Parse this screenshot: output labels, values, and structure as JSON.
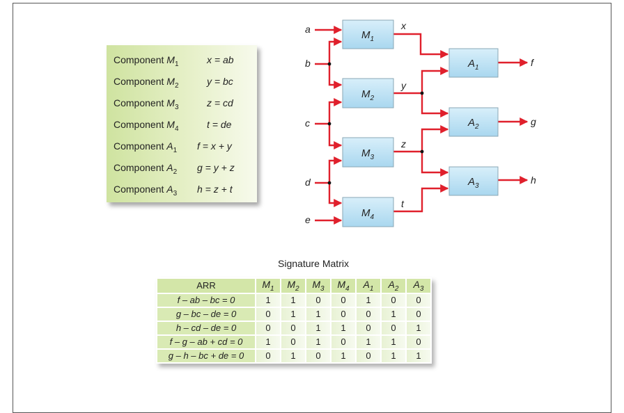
{
  "definitions": [
    {
      "label": "Component",
      "comp": "M",
      "sub": "1",
      "eq": "x = ab"
    },
    {
      "label": "Component",
      "comp": "M",
      "sub": "2",
      "eq": "y = bc"
    },
    {
      "label": "Component",
      "comp": "M",
      "sub": "3",
      "eq": "z = cd"
    },
    {
      "label": "Component",
      "comp": "M",
      "sub": "4",
      "eq": "t = de"
    },
    {
      "label": "Component",
      "comp": "A",
      "sub": "1",
      "eq": "f = x + y"
    },
    {
      "label": "Component",
      "comp": "A",
      "sub": "2",
      "eq": "g = y + z"
    },
    {
      "label": "Component",
      "comp": "A",
      "sub": "3",
      "eq": "h = z + t"
    }
  ],
  "circuit": {
    "inputs": [
      "a",
      "b",
      "c",
      "d",
      "e"
    ],
    "multipliers": [
      {
        "name": "M",
        "sub": "1",
        "out": "x"
      },
      {
        "name": "M",
        "sub": "2",
        "out": "y"
      },
      {
        "name": "M",
        "sub": "3",
        "out": "z"
      },
      {
        "name": "M",
        "sub": "4",
        "out": "t"
      }
    ],
    "adders": [
      {
        "name": "A",
        "sub": "1",
        "out": "f"
      },
      {
        "name": "A",
        "sub": "2",
        "out": "g"
      },
      {
        "name": "A",
        "sub": "3",
        "out": "h"
      }
    ],
    "colors": {
      "wire": "#e0202c",
      "box_top": "#d8effa",
      "box_bottom": "#a9d7ef",
      "box_border": "#8aa7b5"
    }
  },
  "matrix": {
    "title": "Signature Matrix",
    "header_label": "ARR",
    "columns": [
      {
        "name": "M",
        "sub": "1"
      },
      {
        "name": "M",
        "sub": "2"
      },
      {
        "name": "M",
        "sub": "3"
      },
      {
        "name": "M",
        "sub": "4"
      },
      {
        "name": "A",
        "sub": "1"
      },
      {
        "name": "A",
        "sub": "2"
      },
      {
        "name": "A",
        "sub": "3"
      }
    ],
    "rows": [
      {
        "label": "f – ab – bc = 0",
        "values": [
          "1",
          "1",
          "0",
          "0",
          "1",
          "0",
          "0"
        ]
      },
      {
        "label": "g – bc – de = 0",
        "values": [
          "0",
          "1",
          "1",
          "0",
          "0",
          "1",
          "0"
        ]
      },
      {
        "label": "h – cd – de = 0",
        "values": [
          "0",
          "0",
          "1",
          "1",
          "0",
          "0",
          "1"
        ]
      },
      {
        "label": "f – g – ab + cd = 0",
        "values": [
          "1",
          "0",
          "1",
          "0",
          "1",
          "1",
          "0"
        ]
      },
      {
        "label": "g – h – bc + de = 0",
        "values": [
          "0",
          "1",
          "0",
          "1",
          "0",
          "1",
          "1"
        ]
      }
    ]
  }
}
